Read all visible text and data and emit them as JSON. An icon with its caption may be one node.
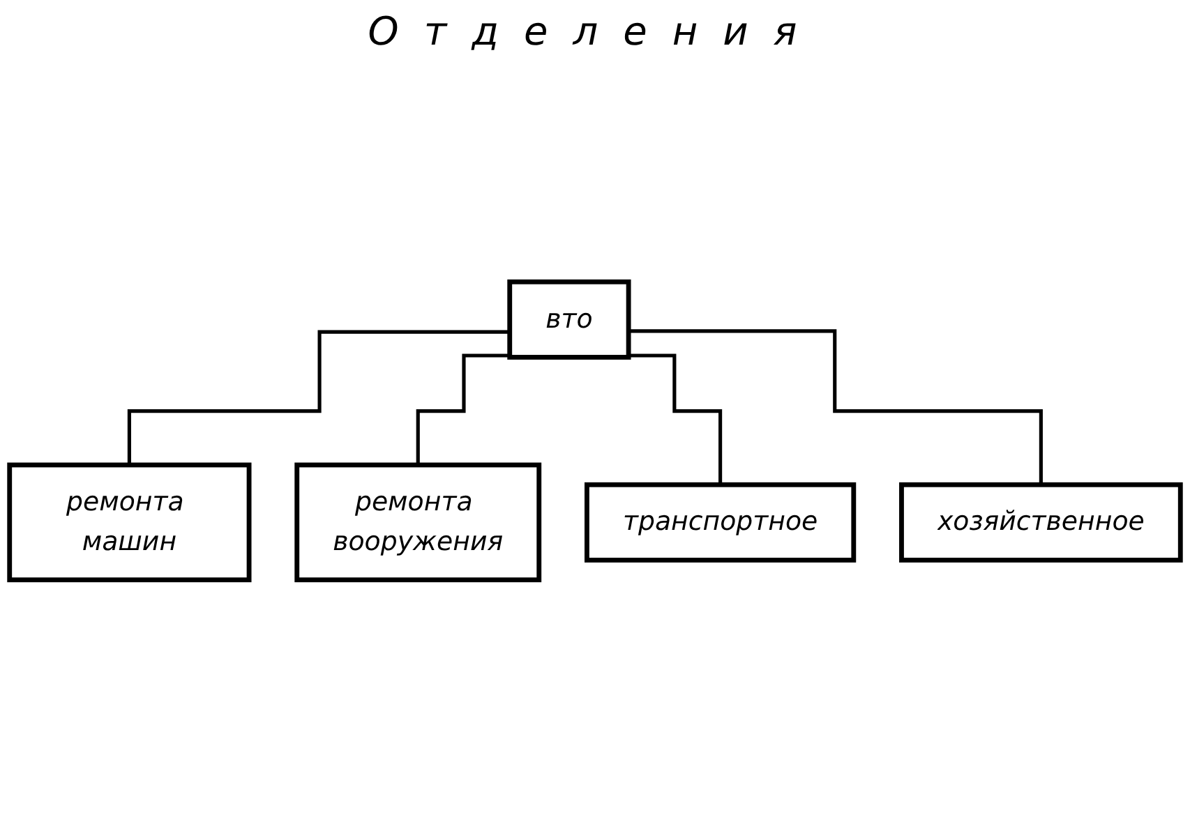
{
  "diagram": {
    "nodes": [
      {
        "text": [
          "вто"
        ]
      },
      {
        "text": [
          "ремонта машин"
        ]
      },
      {
        "text": [
          "ремонта вооружения"
        ]
      },
      {
        "text": [
          "транспортное"
        ]
      },
      {
        "text": [
          "хозяйственное"
        ]
      }
    ],
    "edges": [
      {
        "from": 0,
        "to": 1,
        "arrow": "none"
      },
      {
        "from": 0,
        "to": 2,
        "arrow": "none"
      },
      {
        "from": 0,
        "to": 3,
        "arrow": "none"
      },
      {
        "from": 0,
        "to": 4,
        "arrow": "none"
      }
    ],
    "labels": [
      "Отделения"
    ]
  }
}
